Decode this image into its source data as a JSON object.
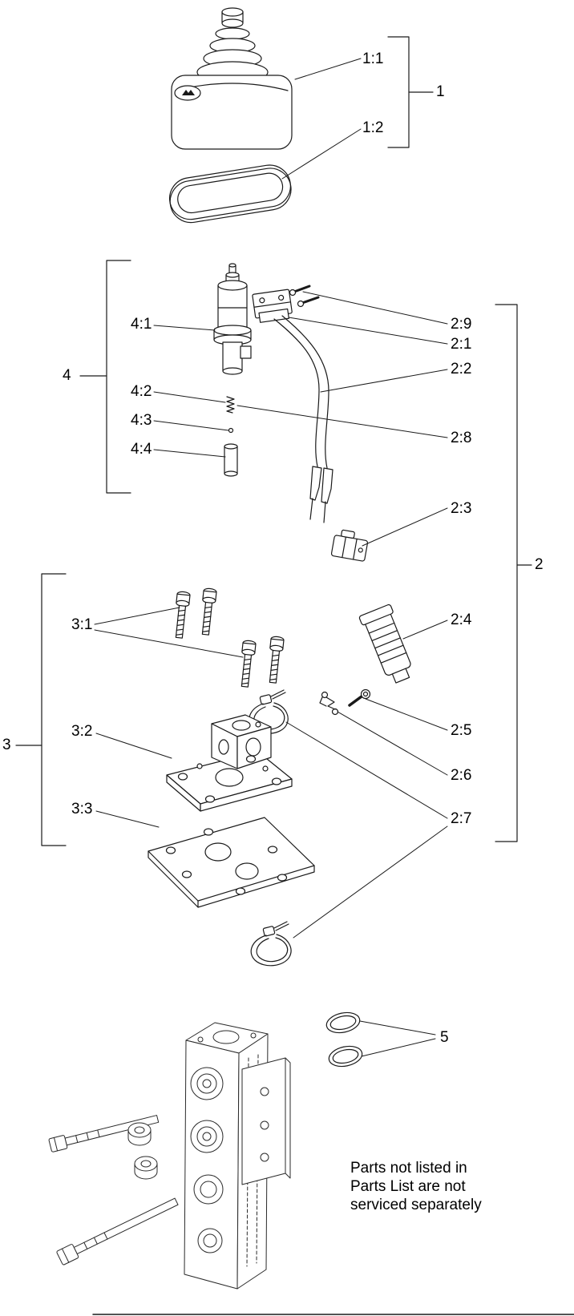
{
  "figure": {
    "labels": {
      "g1": "1",
      "g2": "2",
      "g3": "3",
      "g4": "4",
      "g5": "5",
      "p1_1": "1:1",
      "p1_2": "1:2",
      "p2_1": "2:1",
      "p2_2": "2:2",
      "p2_3": "2:3",
      "p2_4": "2:4",
      "p2_5": "2:5",
      "p2_6": "2:6",
      "p2_7": "2:7",
      "p2_8": "2:8",
      "p2_9": "2:9",
      "p3_1": "3:1",
      "p3_2": "3:2",
      "p3_3": "3:3",
      "p4_1": "4:1",
      "p4_2": "4:2",
      "p4_3": "4:3",
      "p4_4": "4:4"
    },
    "note": "Parts not listed in\nParts List are not\nserviced separately"
  }
}
